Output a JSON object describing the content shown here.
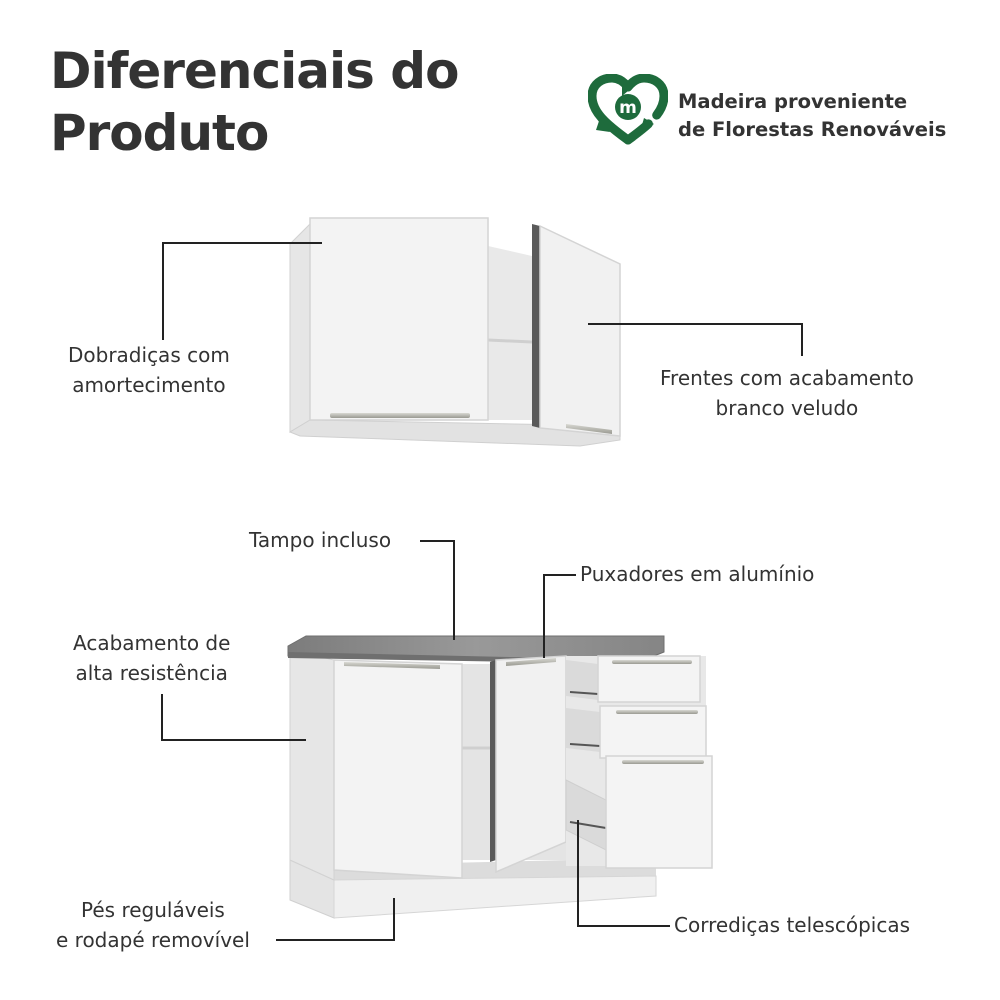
{
  "heading": {
    "line1": "Diferenciais do",
    "line2": "Produto"
  },
  "badge": {
    "logo_letter": "m",
    "icon": "recycle-heart-icon",
    "line1": "Madeira proveniente",
    "line2": "de Florestas Renováveis",
    "color": "#1e6b3c"
  },
  "features": {
    "hinges": {
      "line1": "Dobradiças com",
      "line2": "amortecimento"
    },
    "fronts": {
      "line1": "Frentes com acabamento",
      "line2": "branco veludo"
    },
    "top": {
      "line1": "Tampo incluso"
    },
    "handles": {
      "line1": "Puxadores em alumínio"
    },
    "finish": {
      "line1": "Acabamento de",
      "line2": "alta resistência"
    },
    "feet": {
      "line1": "Pés reguláveis",
      "line2": "e rodapé removível"
    },
    "slides": {
      "line1": "Corrediças telescópicas"
    }
  },
  "colors": {
    "cabinet_white": "#f2f2f2",
    "countertop_gray": "#8c8c8c",
    "handle_aluminum": "#b5b5ad",
    "leader_line": "#222222"
  }
}
